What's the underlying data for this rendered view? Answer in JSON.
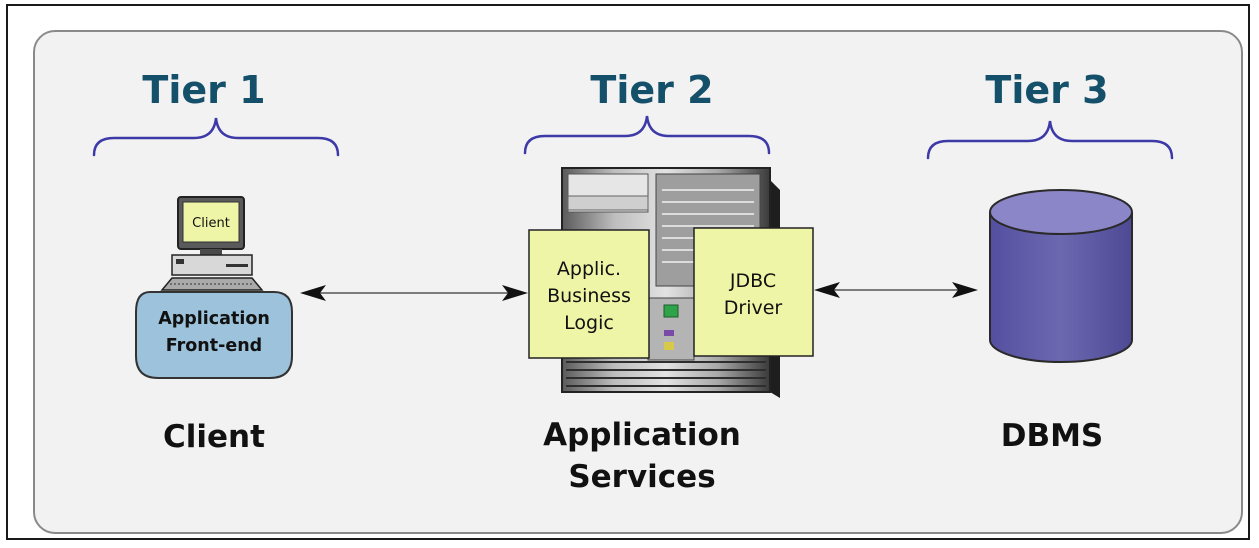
{
  "tiers": [
    {
      "label": "Tier 1"
    },
    {
      "label": "Tier 2"
    },
    {
      "label": "Tier 3"
    }
  ],
  "client": {
    "screen_label": "Client",
    "frontend_line1": "Application",
    "frontend_line2": "Front-end",
    "name": "Client"
  },
  "app_server": {
    "business_logic_line1": "Applic.",
    "business_logic_line2": "Business",
    "business_logic_line3": "Logic",
    "driver_line1": "JDBC",
    "driver_line2": "Driver",
    "name_line1": "Application",
    "name_line2": "Services"
  },
  "dbms": {
    "name": "DBMS"
  },
  "colors": {
    "tier_text": "#14506a",
    "brace": "#3d3aa8",
    "box_fill": "#eef5a6",
    "frontend_fill": "#9cc2dc",
    "database_fill": "#6460a6"
  }
}
